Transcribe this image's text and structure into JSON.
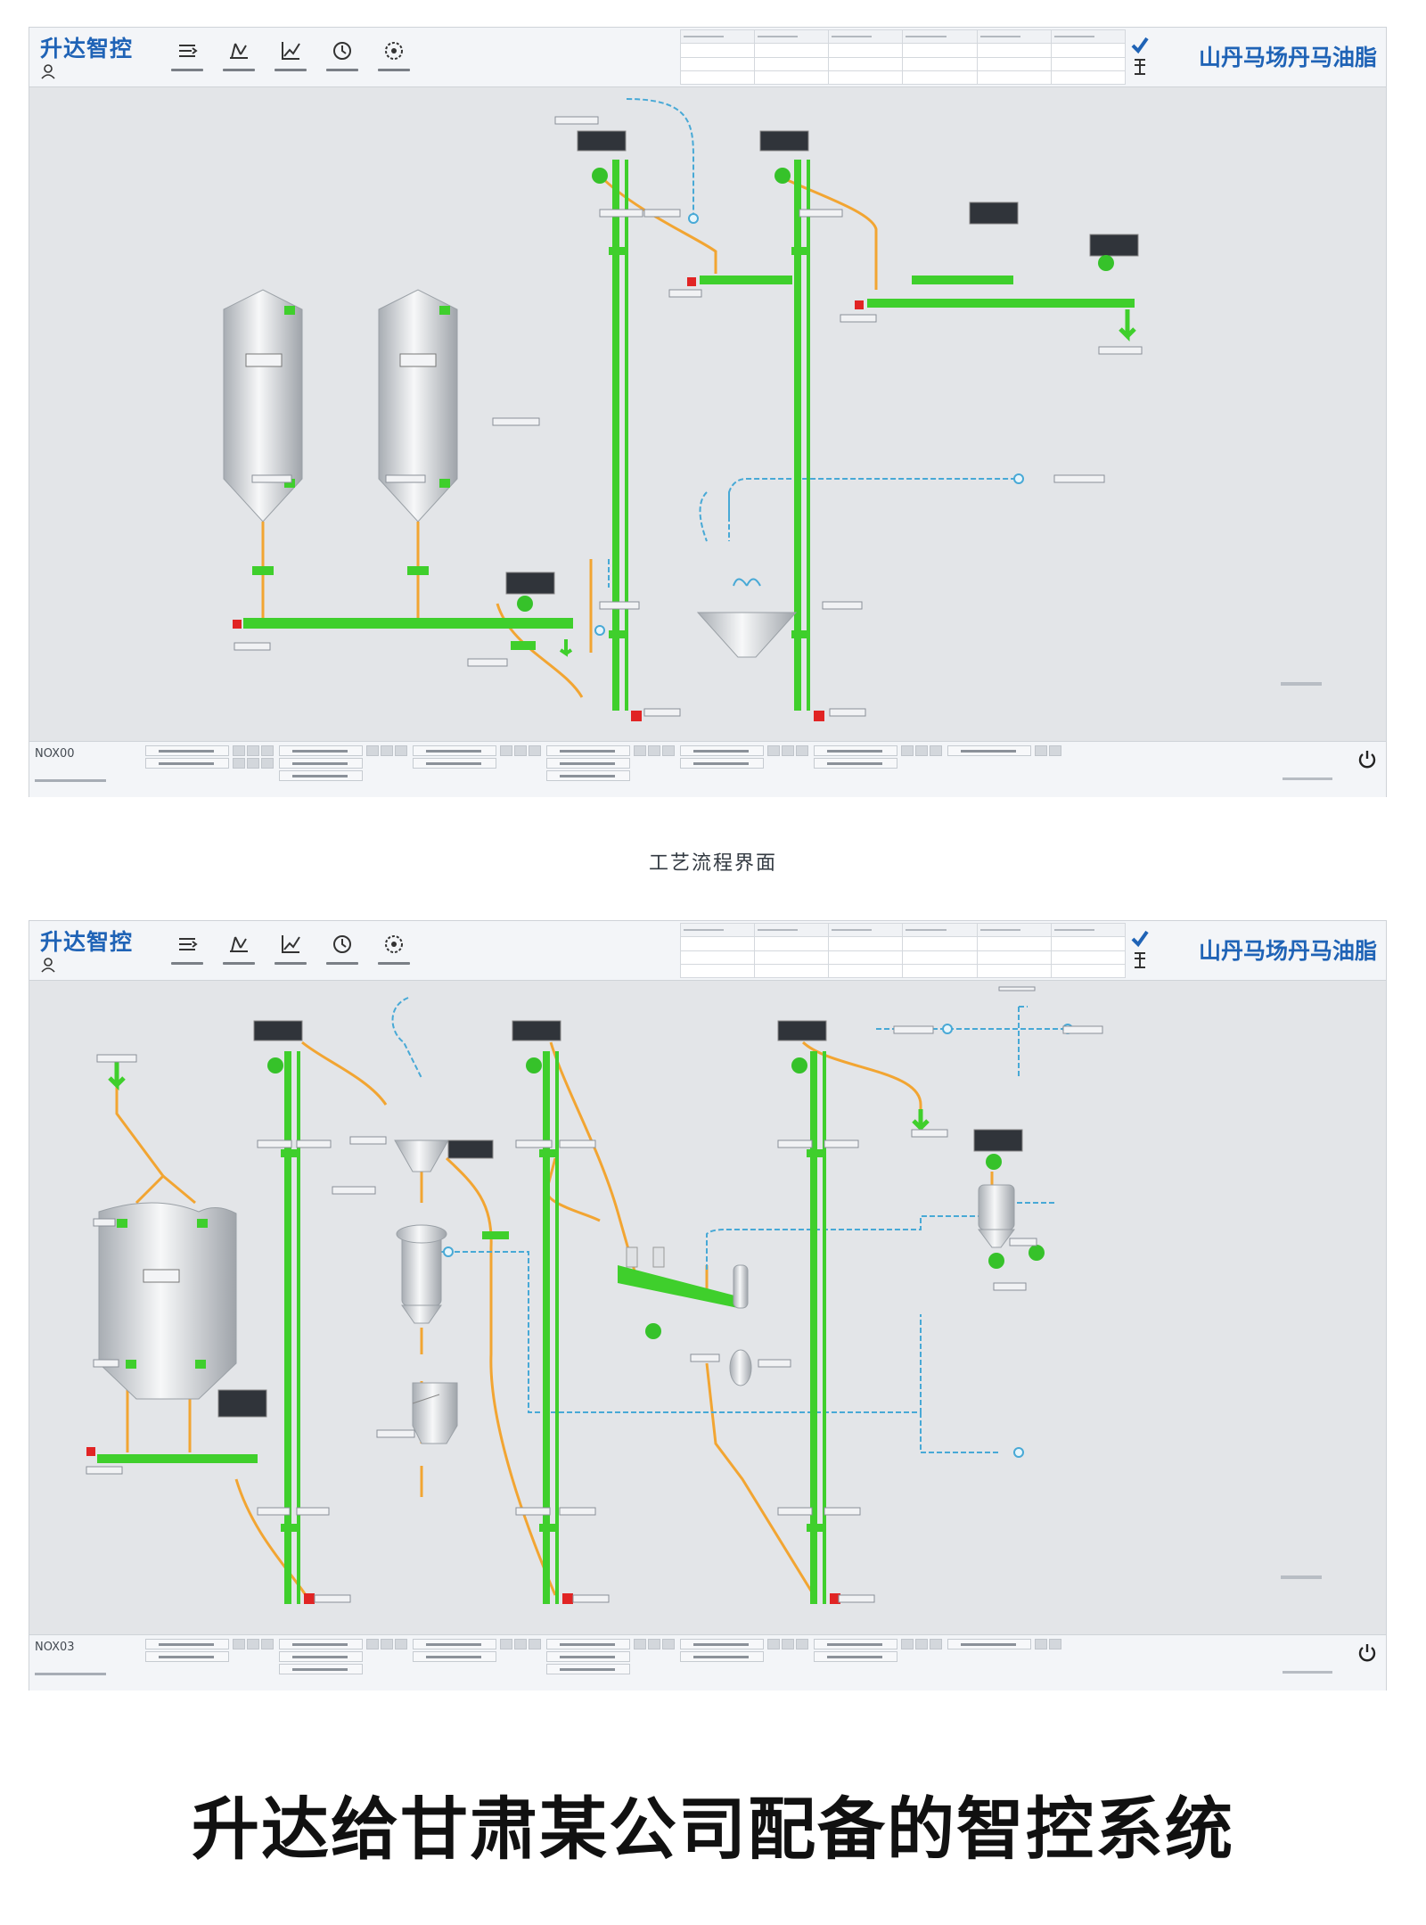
{
  "caption": "工艺流程界面",
  "headline": "升达给甘肃某公司配备的智控系统",
  "screens": [
    {
      "brand": "升达智控",
      "company": "山丹马场丹马油脂",
      "screen_code": "NOX00",
      "toolbar_icons": [
        "process-flow-icon",
        "manual-control-icon",
        "trend-chart-icon",
        "settings-icon",
        "parameters-icon"
      ]
    },
    {
      "brand": "升达智控",
      "company": "山丹马场丹马油脂",
      "screen_code": "NOX03",
      "toolbar_icons": [
        "process-flow-icon",
        "manual-control-icon",
        "trend-chart-icon",
        "settings-icon",
        "parameters-icon"
      ]
    }
  ],
  "colors": {
    "conveyor": "#3fcf2c",
    "chute": "#f2a532",
    "air_line": "#48a9d6",
    "brand": "#1f63b6",
    "alarm": "#e12424"
  }
}
